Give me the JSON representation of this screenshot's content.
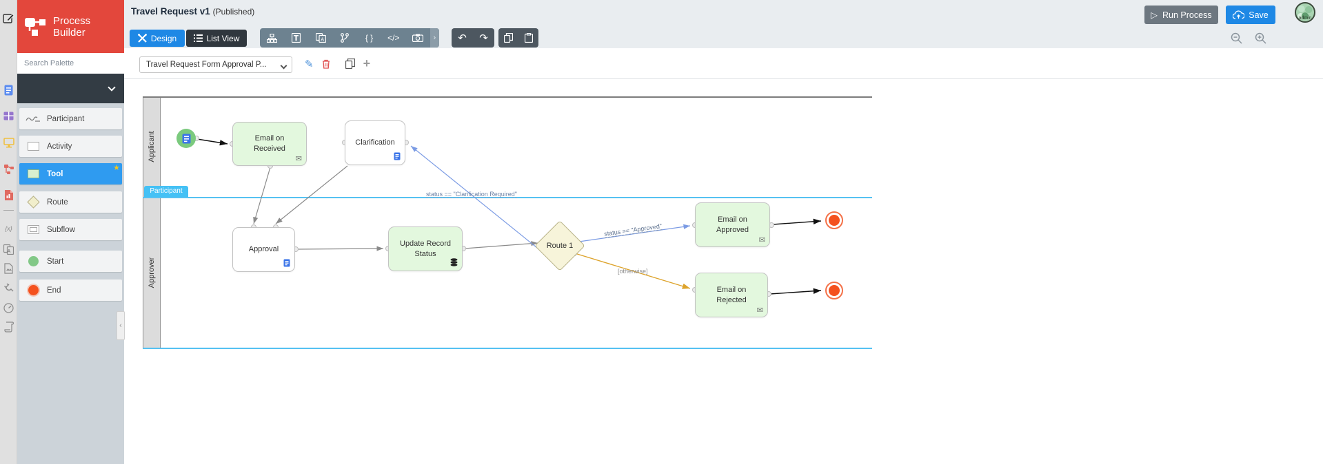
{
  "app": {
    "logo_line1": "Process",
    "logo_line2": "Builder",
    "title": "Travel Request v1",
    "status": "(Published)",
    "user": "admin"
  },
  "tabs": {
    "design": "Design",
    "list_view": "List View"
  },
  "toolbar": {
    "braces_label": "{ }",
    "code_label": "</>",
    "more_chevron": "›",
    "undo": "↶",
    "redo": "↷",
    "run_label": "Run Process",
    "run_icon": "▷",
    "save_label": "Save"
  },
  "palette": {
    "search_placeholder": "Search Palette",
    "items": [
      {
        "label": "Participant"
      },
      {
        "label": "Activity"
      },
      {
        "label": "Tool",
        "selected": true,
        "star": "★"
      },
      {
        "label": "Route"
      },
      {
        "label": "Subflow"
      },
      {
        "label": "Start"
      },
      {
        "label": "End"
      }
    ],
    "collapse_glyph": "‹"
  },
  "process_selector": {
    "value": "Travel Request Form Approval P..."
  },
  "diagram": {
    "pool_label": "Participant",
    "lanes": [
      "Applicant",
      "Approver"
    ],
    "nodes": {
      "email_received": "Email on Received",
      "clarification": "Clarification",
      "approval": "Approval",
      "update_record": "Update Record Status",
      "route": "Route 1",
      "email_approved": "Email on Approved",
      "email_rejected": "Email on Rejected"
    },
    "edge_labels": {
      "clarification": "status == \"Clarification Required\"",
      "approved": "status == \"Approved\"",
      "otherwise": "[otherwise]"
    }
  },
  "icons": {
    "envelope": "✉"
  },
  "colors": {
    "brand_red": "#e3473c",
    "accent_blue": "#1e88e5",
    "selected_item_blue": "#2f9bf0",
    "lane_blue": "#55c1f2",
    "node_green": "#e3f8de",
    "route_yellow": "#f7f4da",
    "end_orange": "#f4511e",
    "edge_blue": "#7b9be4",
    "edge_orange": "#dda32b"
  }
}
